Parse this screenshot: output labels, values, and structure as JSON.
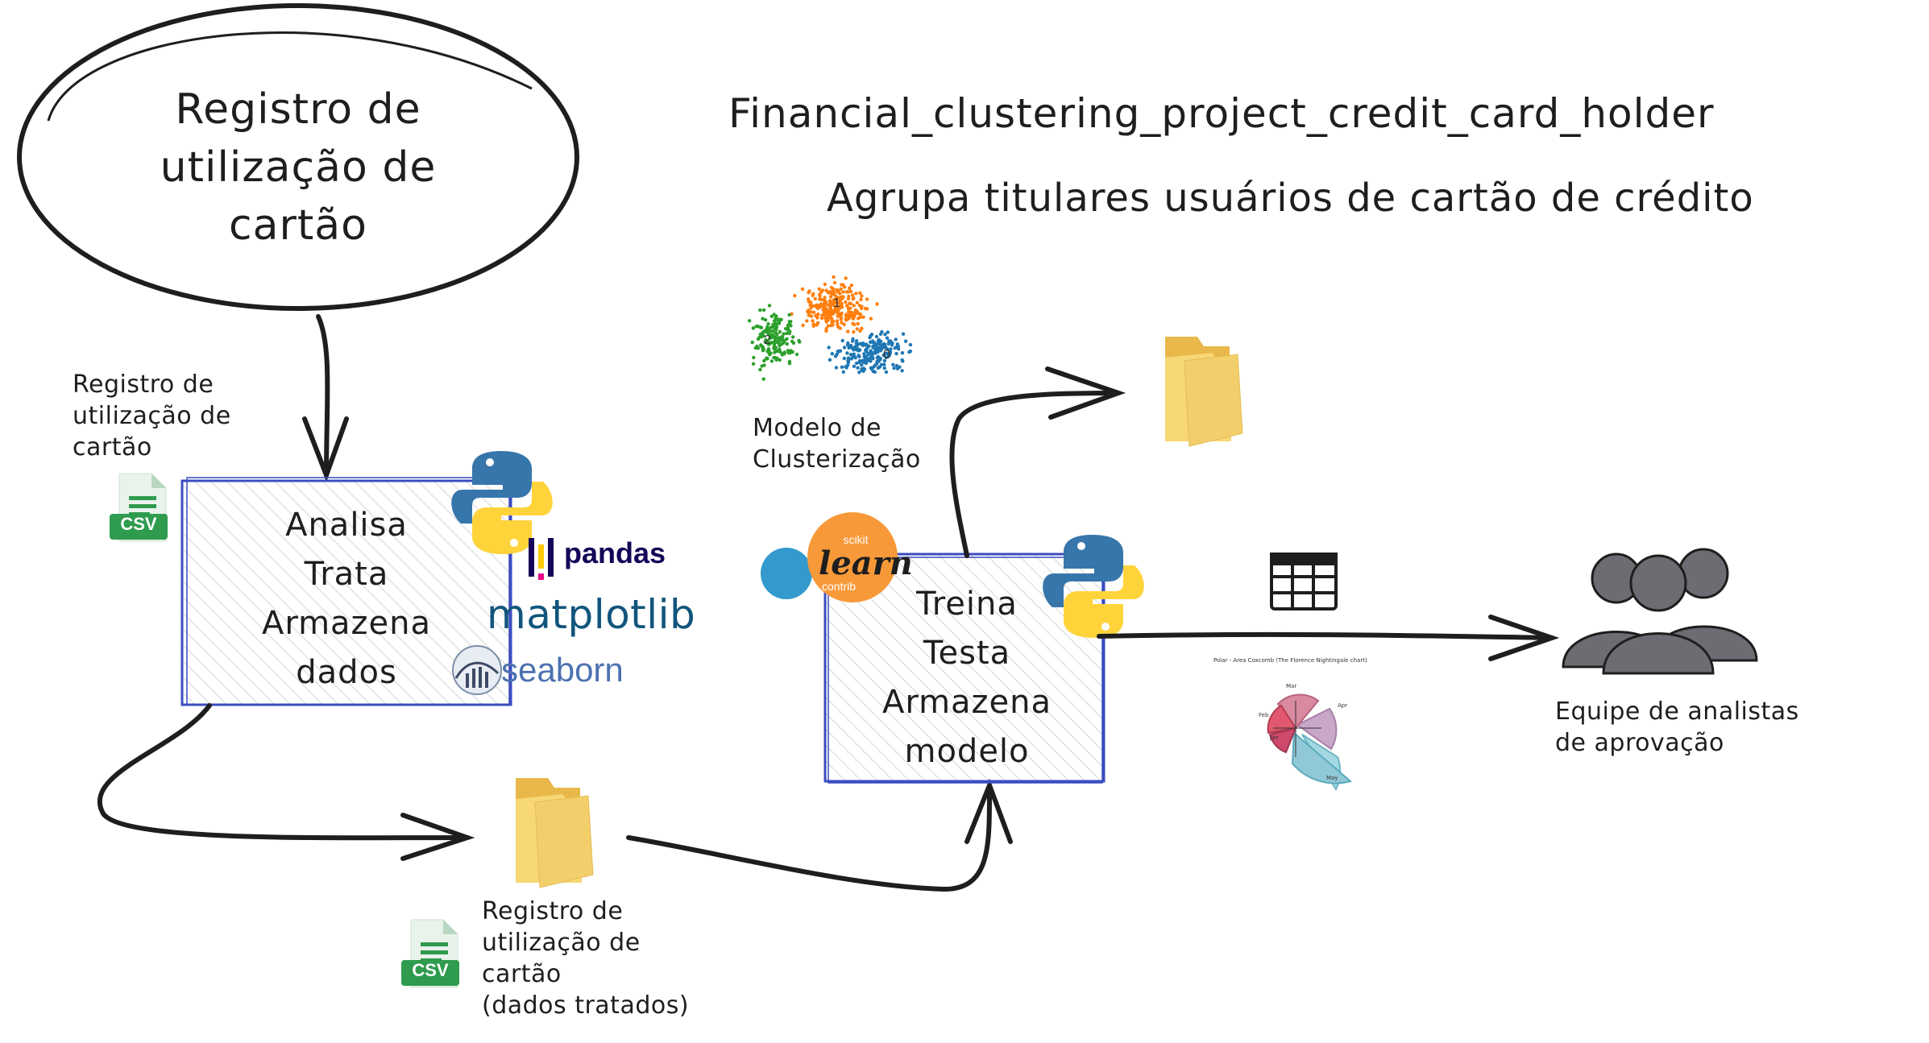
{
  "title": "Financial_clustering_project_credit_card_holder",
  "subtitle": "Agrupa titulares usuários de cartão de crédito",
  "start_node": {
    "lines": [
      "Registro de",
      "utilização de",
      "cartão"
    ]
  },
  "input_file": {
    "label": "Registro de\nutilização de\ncartão",
    "badge": "CSV"
  },
  "process_box": {
    "lines": [
      "Analisa",
      "Trata",
      "Armazena",
      "dados"
    ]
  },
  "process_logos": {
    "pandas": "pandas",
    "matplotlib": "matplotlib",
    "seaborn": "seaborn"
  },
  "treated_file": {
    "label": "Registro de\nutilização de\ncartão\n(dados tratados)",
    "badge": "CSV"
  },
  "model_label": "Modelo de\nClusterização",
  "scatter_cluster_numbers": [
    "1",
    "2",
    "0"
  ],
  "train_box": {
    "lines": [
      "Treina",
      "Testa",
      "Armazena",
      "modelo"
    ]
  },
  "sklearn_logo": {
    "top": "scikit",
    "main": "learn",
    "bottom": "contrib"
  },
  "polar_chart": {
    "title": "Polar - Area Coxcomb (The Florence Nightingale chart)",
    "labels": [
      "Mar",
      "Apr",
      "Feb",
      "Jan",
      "May"
    ]
  },
  "team_label": "Equipe de analistas\nde aprovação",
  "colors": {
    "stroke": "#1e1e1e",
    "box_border": "#3b4cc0",
    "folder_fill": "#f8d775",
    "csv_green": "#2e9b4e",
    "people_gray": "#6b6d72",
    "cluster_orange": "#ff7f0e",
    "cluster_green": "#2ca02c",
    "cluster_blue": "#1f77b4"
  }
}
